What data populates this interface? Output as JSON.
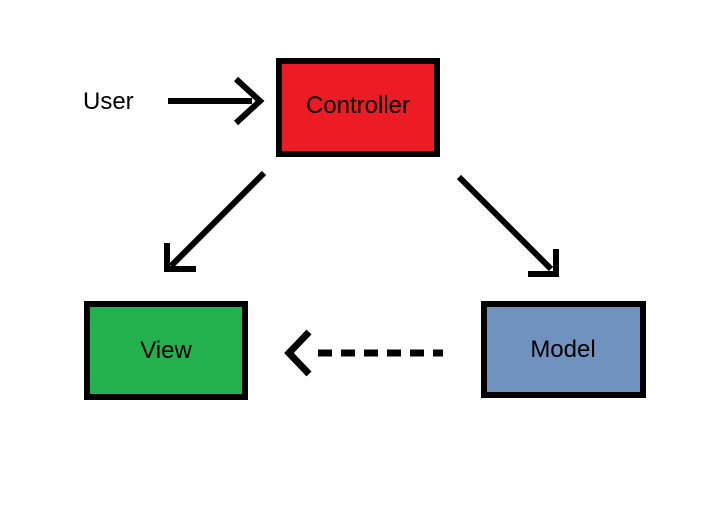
{
  "diagram": {
    "type": "flow-diagram",
    "description": "MVC pattern diagram"
  },
  "labels": {
    "user": "User"
  },
  "nodes": {
    "controller": {
      "label": "Controller",
      "color": "#ED1C24"
    },
    "view": {
      "label": "View",
      "color": "#22B14C"
    },
    "model": {
      "label": "Model",
      "color": "#7092BE"
    }
  },
  "colors": {
    "stroke": "#000000",
    "text": "#000000",
    "background": "#FFFFFF"
  },
  "edges": [
    {
      "from": "User",
      "to": "Controller",
      "style": "solid"
    },
    {
      "from": "Controller",
      "to": "View",
      "style": "solid"
    },
    {
      "from": "Controller",
      "to": "Model",
      "style": "solid"
    },
    {
      "from": "Model",
      "to": "View",
      "style": "dashed"
    }
  ]
}
